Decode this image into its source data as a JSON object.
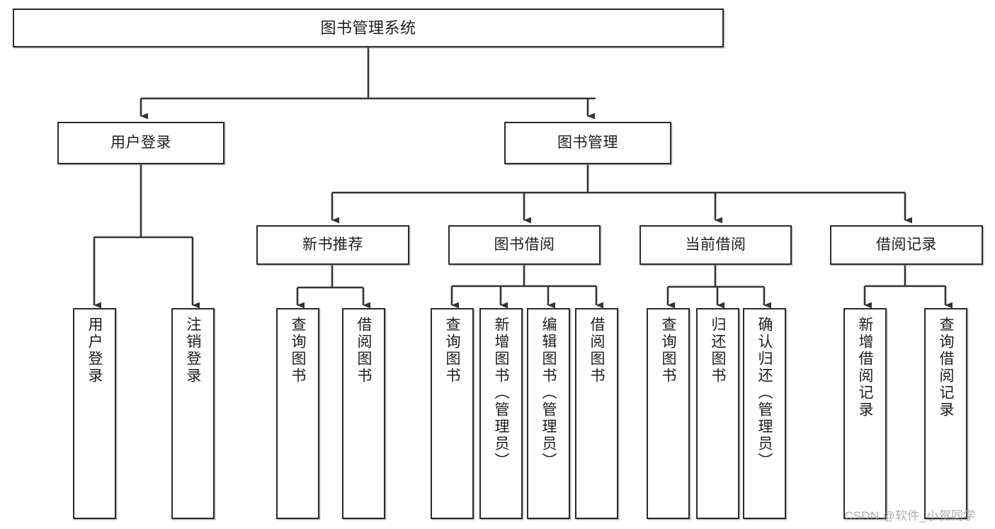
{
  "diagram": {
    "title": "图书管理系统",
    "type": "tree-hierarchy-diagram",
    "watermark": "CSDN @软件_小贺同学",
    "colors": {
      "box_border": "#2b2b2b",
      "box_fill": "#ffffff",
      "connector": "#333333",
      "text": "#1d1d1d",
      "watermark": "#9a9a9a"
    },
    "levels": {
      "root": {
        "label": "图书管理系统"
      },
      "level1": [
        {
          "label": "用户登录"
        },
        {
          "label": "图书管理"
        }
      ],
      "level2": [
        {
          "label": "新书推荐"
        },
        {
          "label": "图书借阅"
        },
        {
          "label": "当前借阅"
        },
        {
          "label": "借阅记录"
        }
      ],
      "leaves": {
        "user_login": [
          {
            "label": "用户登录"
          },
          {
            "label": "注销登录"
          }
        ],
        "new_book_recommend": [
          {
            "label": "查询图书"
          },
          {
            "label": "借阅图书"
          }
        ],
        "book_borrow": [
          {
            "label": "查询图书"
          },
          {
            "label": "新增图书（管理员）"
          },
          {
            "label": "编辑图书（管理员）"
          },
          {
            "label": "借阅图书"
          }
        ],
        "current_borrow": [
          {
            "label": "查询图书"
          },
          {
            "label": "归还图书"
          },
          {
            "label": "确认归还（管理员）"
          }
        ],
        "borrow_record": [
          {
            "label": "新增借阅记录"
          },
          {
            "label": "查询借阅记录"
          }
        ]
      }
    }
  }
}
